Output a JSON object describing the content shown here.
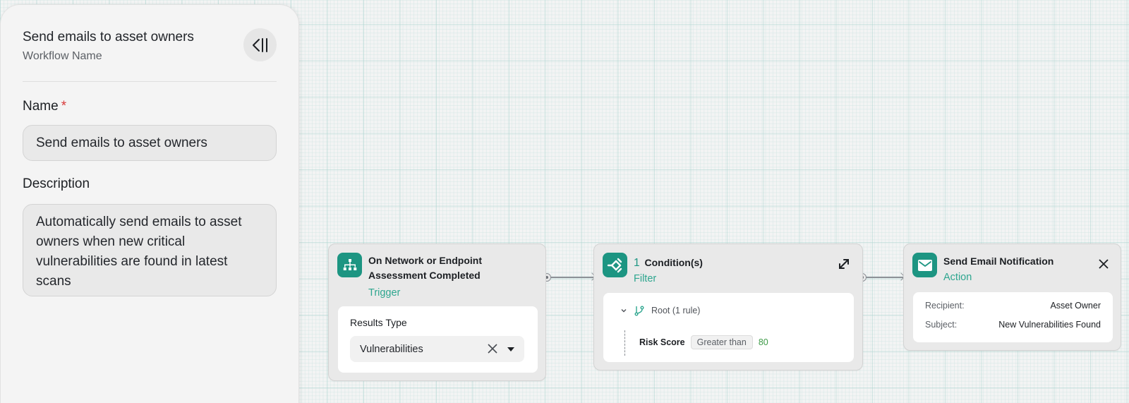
{
  "sidebar": {
    "workflow_title": "Send emails to asset owners",
    "workflow_subtitle": "Workflow Name",
    "collapse_icon": "collapse-panel-icon",
    "name_label": "Name",
    "name_required_mark": "*",
    "name_value": "Send emails to asset owners",
    "description_label": "Description",
    "description_value": "Automatically send emails to asset owners when new critical vulnerabilities are found in latest scans"
  },
  "canvas": {
    "accent_color": "#1d9582",
    "nodes": {
      "trigger": {
        "icon": "hierarchy-icon",
        "title": "On Network or Endpoint Assessment Completed",
        "type": "Trigger",
        "results_type_label": "Results Type",
        "results_type_value": "Vulnerabilities"
      },
      "filter": {
        "icon": "filter-diamond-icon",
        "count": "1",
        "title": "Condition(s)",
        "type": "Filter",
        "root_label": "Root (1 rule)",
        "rules": [
          {
            "field": "Risk Score",
            "operator": "Greater than",
            "value": "80"
          }
        ]
      },
      "action": {
        "icon": "mail-icon",
        "title": "Send Email Notification",
        "type": "Action",
        "fields": [
          {
            "key": "Recipient:",
            "value": "Asset Owner"
          },
          {
            "key": "Subject:",
            "value": "New Vulnerabilities Found"
          }
        ]
      }
    }
  }
}
